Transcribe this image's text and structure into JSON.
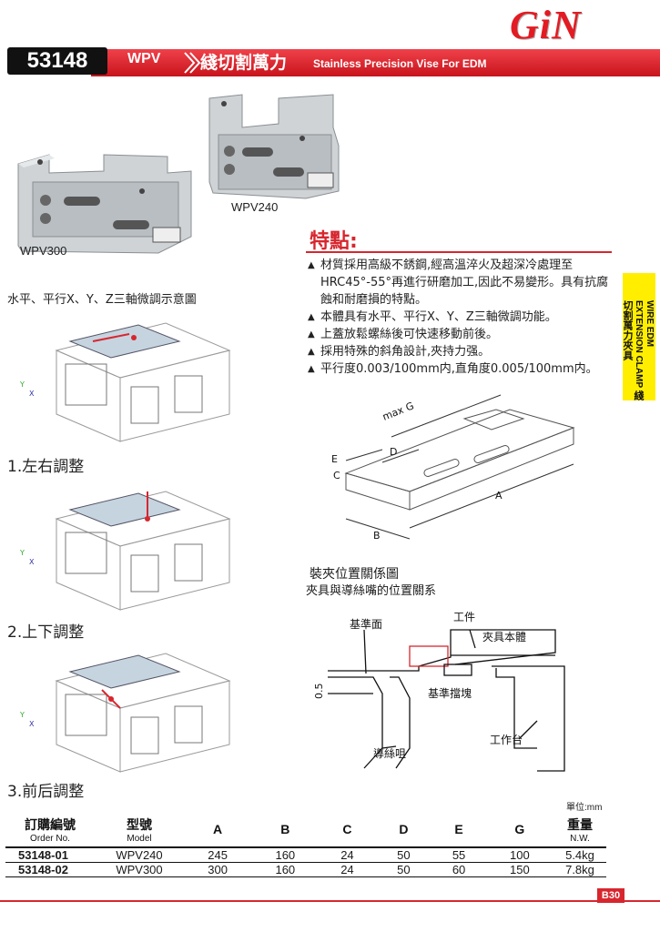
{
  "brand": {
    "logo_text": "GiN",
    "accent": "#e31b23"
  },
  "header": {
    "order_code": "53148",
    "model_code": "WPV",
    "title_cn": "綫切割萬力",
    "title_en": "Stainless Precision Vise For EDM"
  },
  "photos": {
    "wpv300_label": "WPV300",
    "wpv240_label": "WPV240"
  },
  "features": {
    "title": "特點:",
    "items": [
      "材質採用高級不銹鋼,經高溫淬火及超深冷處理至HRC45°-55°再進行研磨加工,因此不易變形。具有抗腐蝕和耐磨損的特點。",
      "本體具有水平、平行X、Y、Z三軸微調功能。",
      "上蓋放鬆螺絲後可快速移動前後。",
      "採用特殊的斜角設計,夾持力强。",
      "平行度0.003/100mm内,直角度0.005/100mm内。"
    ]
  },
  "side_tab": {
    "text_en": "WIRE EDM EXTENSION CLAMP",
    "text_cn": "綫切割萬力夾具"
  },
  "adjust": {
    "heading": "水平、平行X、Y、Z三軸微調示意圖",
    "steps": [
      "1.左右調整",
      "2.上下調整",
      "3.前后調整"
    ]
  },
  "dimension_diagram": {
    "labels": [
      "max G",
      "E",
      "D",
      "C",
      "A",
      "B"
    ]
  },
  "clamp_diagram": {
    "title": "裝夾位置關係圖",
    "subtitle": "夾具與導絲嘴的位置關系",
    "labels": {
      "reference_face": "基準面",
      "workpiece": "工件",
      "clamp_body": "夾具本體",
      "offset": "0.5",
      "reference_stop": "基準擋塊",
      "wire_guide": "導絲咀",
      "work_table": "工作台"
    }
  },
  "table": {
    "unit": "單位:mm",
    "headers": [
      {
        "cn": "訂購編號",
        "en": "Order No."
      },
      {
        "cn": "型號",
        "en": "Model"
      },
      {
        "cn": "A",
        "en": ""
      },
      {
        "cn": "B",
        "en": ""
      },
      {
        "cn": "C",
        "en": ""
      },
      {
        "cn": "D",
        "en": ""
      },
      {
        "cn": "E",
        "en": ""
      },
      {
        "cn": "G",
        "en": ""
      },
      {
        "cn": "重量",
        "en": "N.W."
      }
    ],
    "rows": [
      [
        "53148-01",
        "WPV240",
        "245",
        "160",
        "24",
        "50",
        "55",
        "100",
        "5.4kg"
      ],
      [
        "53148-02",
        "WPV300",
        "300",
        "160",
        "24",
        "50",
        "60",
        "150",
        "7.8kg"
      ]
    ]
  },
  "footer": {
    "page": "B30"
  }
}
